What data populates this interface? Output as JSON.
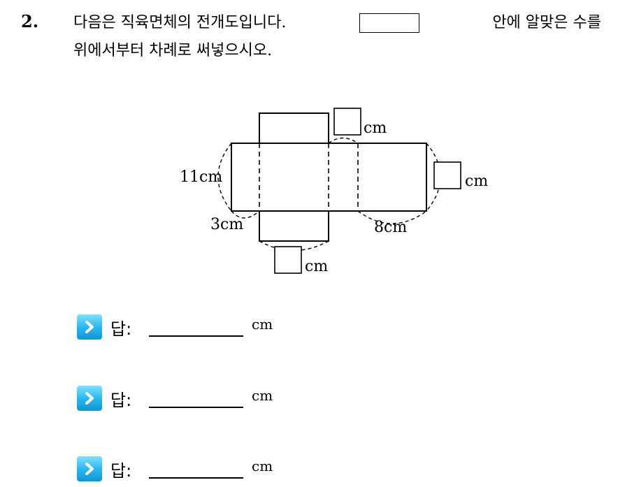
{
  "question": {
    "number": "2.",
    "line1_part1": "다음은 직육면체의 전개도입니다.",
    "line1_part2": "안에 알맞은 수를",
    "line2": "위에서부터 차례로 써넣으시오."
  },
  "diagram": {
    "labels": {
      "top_unit": "cm",
      "left_length": "11cm",
      "right_unit": "cm",
      "bottom_left_length": "3cm",
      "bottom_right_length": "8cm",
      "bottom_unit": "cm"
    }
  },
  "answers": [
    {
      "label": "답:",
      "unit": "cm"
    },
    {
      "label": "답:",
      "unit": "cm"
    },
    {
      "label": "답:",
      "unit": "cm"
    }
  ],
  "icons": {
    "answer": "chevron-right-icon"
  },
  "colors": {
    "answer_icon": "#1aaee8"
  }
}
